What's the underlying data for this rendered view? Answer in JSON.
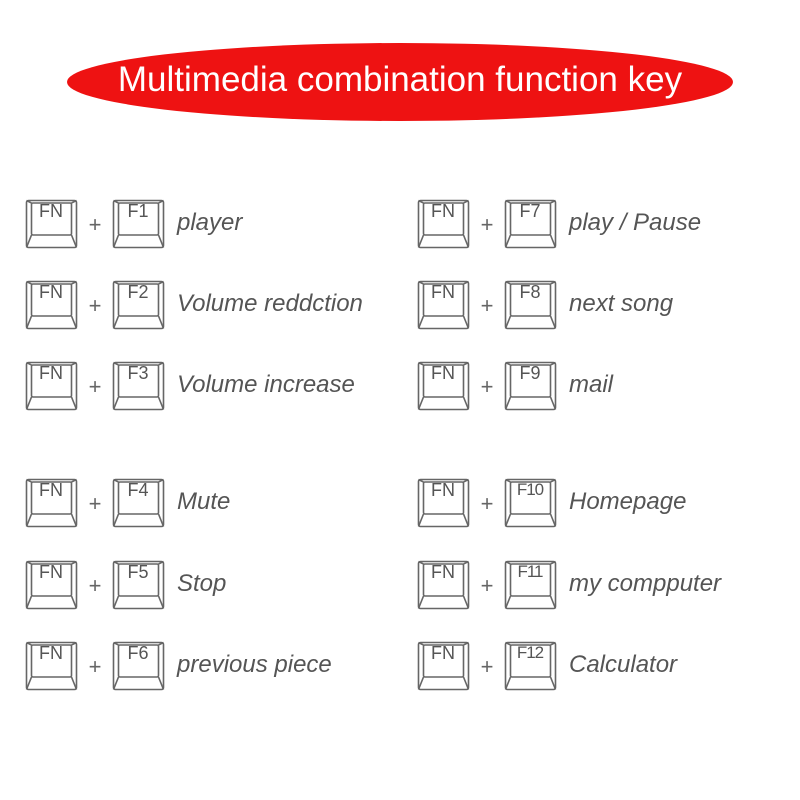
{
  "title": "Multimedia combination function key",
  "colors": {
    "banner": "#ee1212",
    "key_stroke": "#666666",
    "text": "#555555"
  },
  "plus_symbol": "+",
  "shortcuts": [
    {
      "modifier": "FN",
      "key": "F1",
      "function": "player"
    },
    {
      "modifier": "FN",
      "key": "F2",
      "function": "Volume reddction"
    },
    {
      "modifier": "FN",
      "key": "F3",
      "function": "Volume increase"
    },
    {
      "modifier": "FN",
      "key": "F4",
      "function": "Mute"
    },
    {
      "modifier": "FN",
      "key": "F5",
      "function": "Stop"
    },
    {
      "modifier": "FN",
      "key": "F6",
      "function": "previous piece"
    },
    {
      "modifier": "FN",
      "key": "F7",
      "function": "play / Pause"
    },
    {
      "modifier": "FN",
      "key": "F8",
      "function": "next song"
    },
    {
      "modifier": "FN",
      "key": "F9",
      "function": "mail"
    },
    {
      "modifier": "FN",
      "key": "F10",
      "function": "Homepage"
    },
    {
      "modifier": "FN",
      "key": "F11",
      "function": "my compputer"
    },
    {
      "modifier": "FN",
      "key": "F12",
      "function": "Calculator"
    }
  ]
}
